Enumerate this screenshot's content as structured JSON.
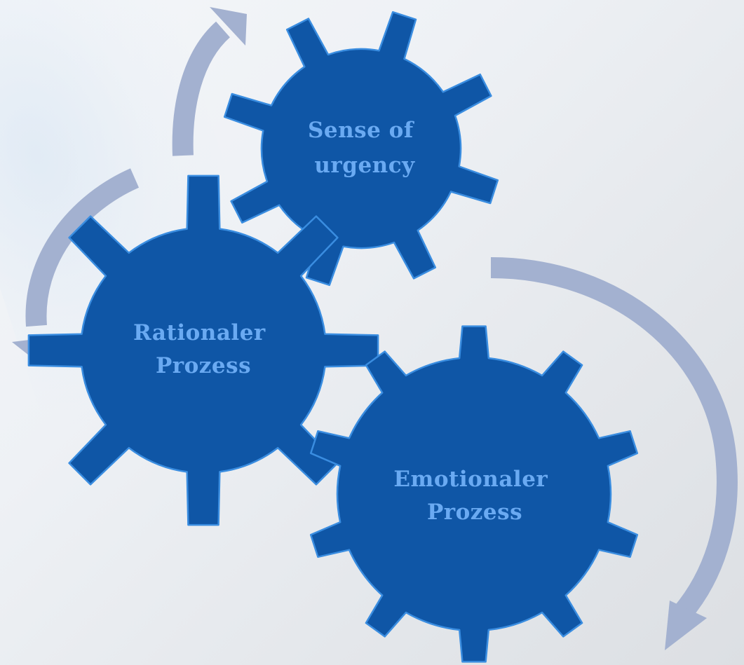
{
  "gears": [
    {
      "id": "sense-of-urgency",
      "label_lines": [
        "Sense of",
        "urgency"
      ]
    },
    {
      "id": "rationaler-prozess",
      "label_lines": [
        "Rationaler",
        "Prozess"
      ]
    },
    {
      "id": "emotionaler-prozess",
      "label_lines": [
        "Emotionaler",
        "Prozess"
      ]
    }
  ],
  "colors": {
    "gear_fill": "#0f56a6",
    "gear_outline": "#3a8de0",
    "label_text": "#6aaaf2",
    "arrow": "#a3b1d0"
  }
}
